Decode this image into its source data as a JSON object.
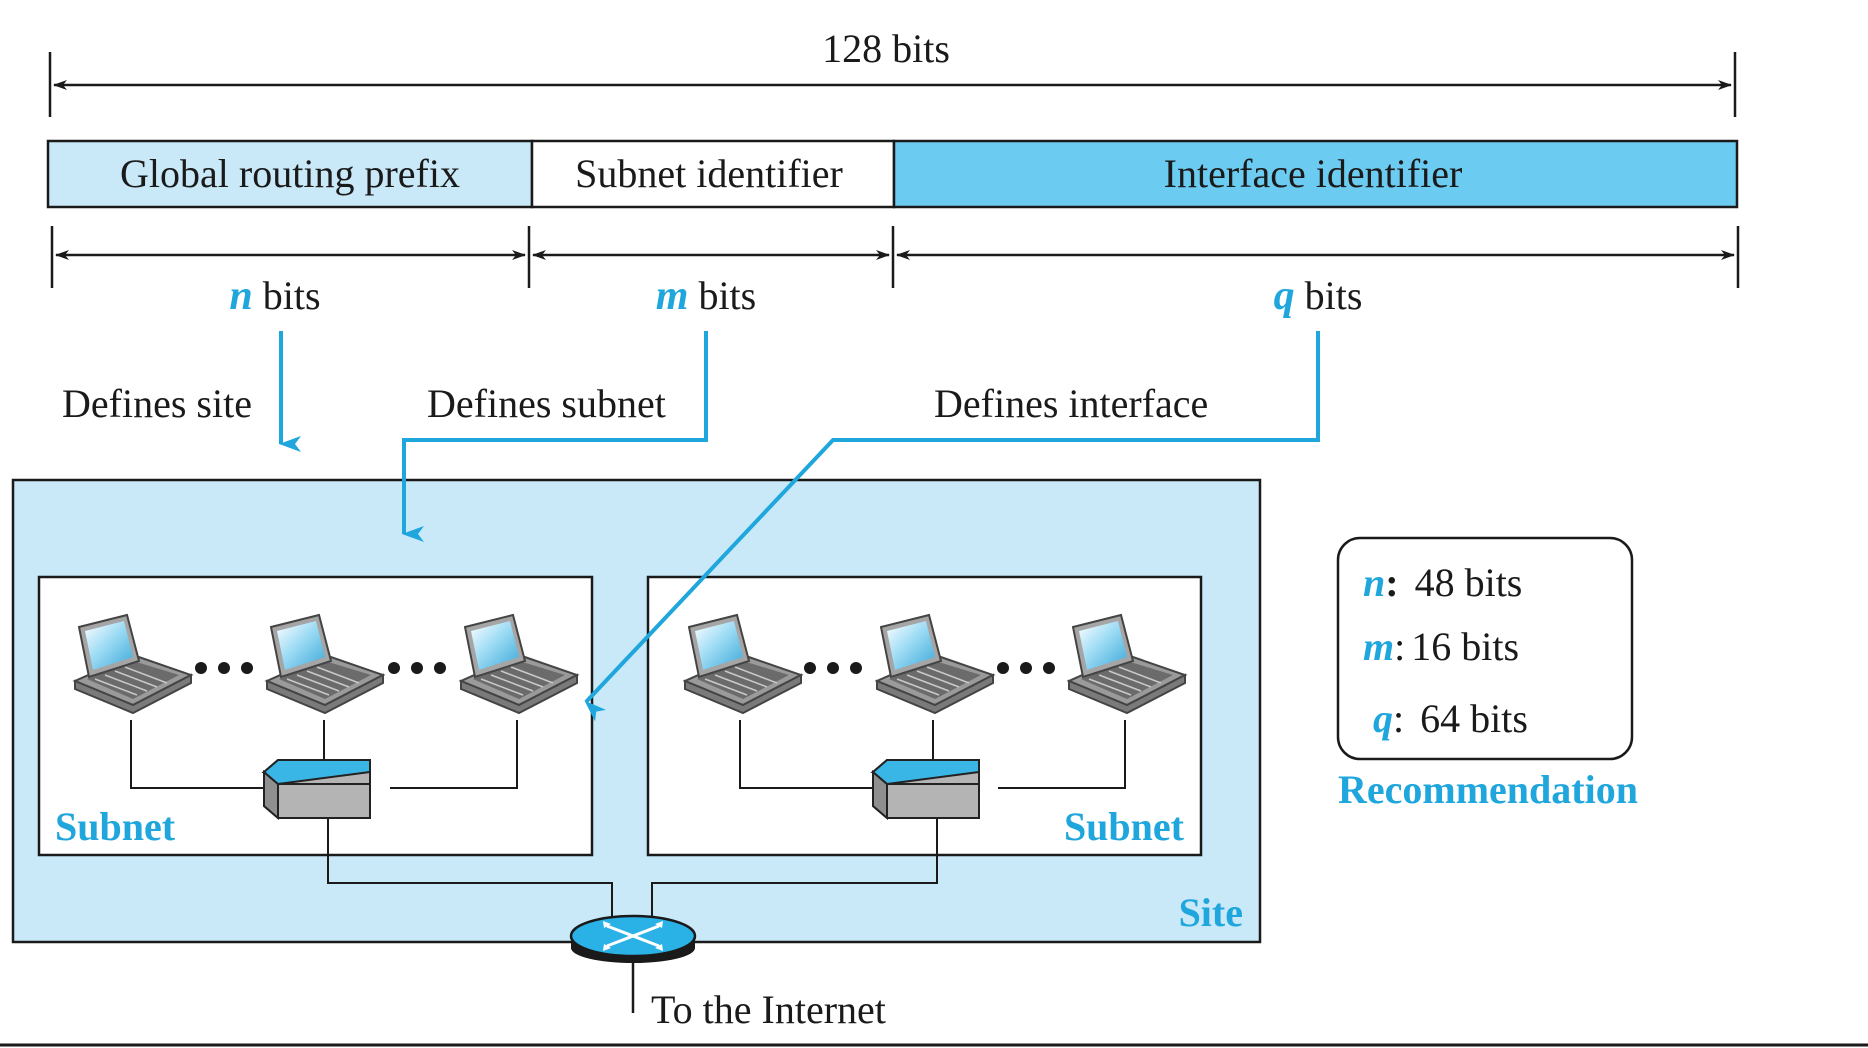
{
  "total": {
    "label": "128 bits"
  },
  "fields": [
    {
      "label": "Global routing prefix",
      "var": "n",
      "bits_label": "bits",
      "defines": "Defines site",
      "color": "#c9e9f8"
    },
    {
      "label": "Subnet identifier",
      "var": "m",
      "bits_label": "bits",
      "defines": "Defines subnet",
      "color": "#ffffff"
    },
    {
      "label": "Interface identifier",
      "var": "q",
      "bits_label": "bits",
      "defines": "Defines interface",
      "color": "#6ccbf0"
    }
  ],
  "site_label": "Site",
  "subnets": [
    {
      "label": "Subnet"
    },
    {
      "label": "Subnet"
    }
  ],
  "internet_label": "To the Internet",
  "recommendation": {
    "title": "Recommendation",
    "rows": [
      {
        "var": "n",
        "sep": ":",
        "value": "48 bits"
      },
      {
        "var": "m",
        "sep": ":",
        "value": "16 bits"
      },
      {
        "var": "q",
        "sep": ":",
        "value": "64 bits"
      }
    ]
  },
  "colors": {
    "accent": "#1fa6dc",
    "site_fill": "#c9e9f8",
    "interface_fill": "#6ccbf0",
    "line": "#1a1a1a"
  }
}
